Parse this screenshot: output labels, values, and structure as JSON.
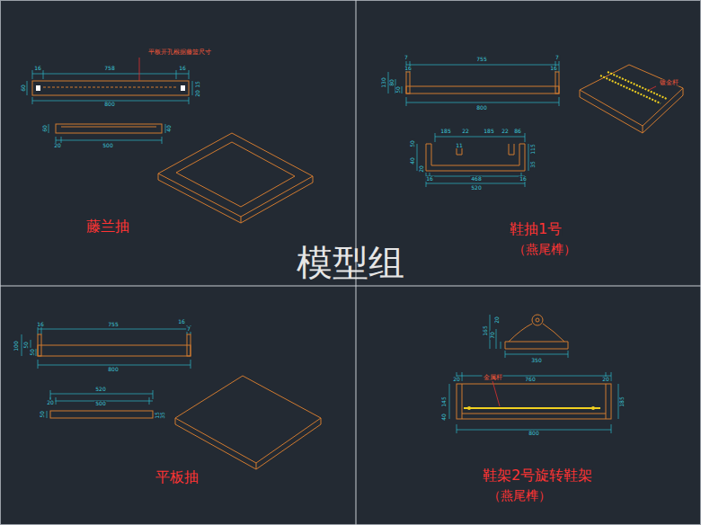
{
  "diagram": {
    "labels": [
      "平板开孔根据藤篮尺寸",
      "16",
      "758",
      "16",
      "60",
      "15",
      "20",
      "800",
      "60",
      "40",
      "20",
      "500",
      "藤兰抽",
      "7",
      "16",
      "755",
      "7",
      "16",
      "130",
      "80",
      "50",
      "800",
      "镀金杆",
      "185",
      "22",
      "185",
      "22",
      "86",
      "11",
      "50",
      "40",
      "20",
      "115",
      "35",
      "16",
      "468",
      "16",
      "520",
      "鞋抽1号",
      "（燕尾榫）",
      "16",
      "755",
      "16",
      "7",
      "100",
      "50",
      "50",
      "800",
      "520",
      "20",
      "500",
      "50",
      "15",
      "35",
      "平板抽",
      "165",
      "70",
      "20",
      "350",
      "金属杆",
      "20",
      "760",
      "20",
      "145",
      "40",
      "185",
      "800",
      "鞋架2号旋转鞋架",
      "（燕尾榫）",
      "模型组"
    ]
  }
}
